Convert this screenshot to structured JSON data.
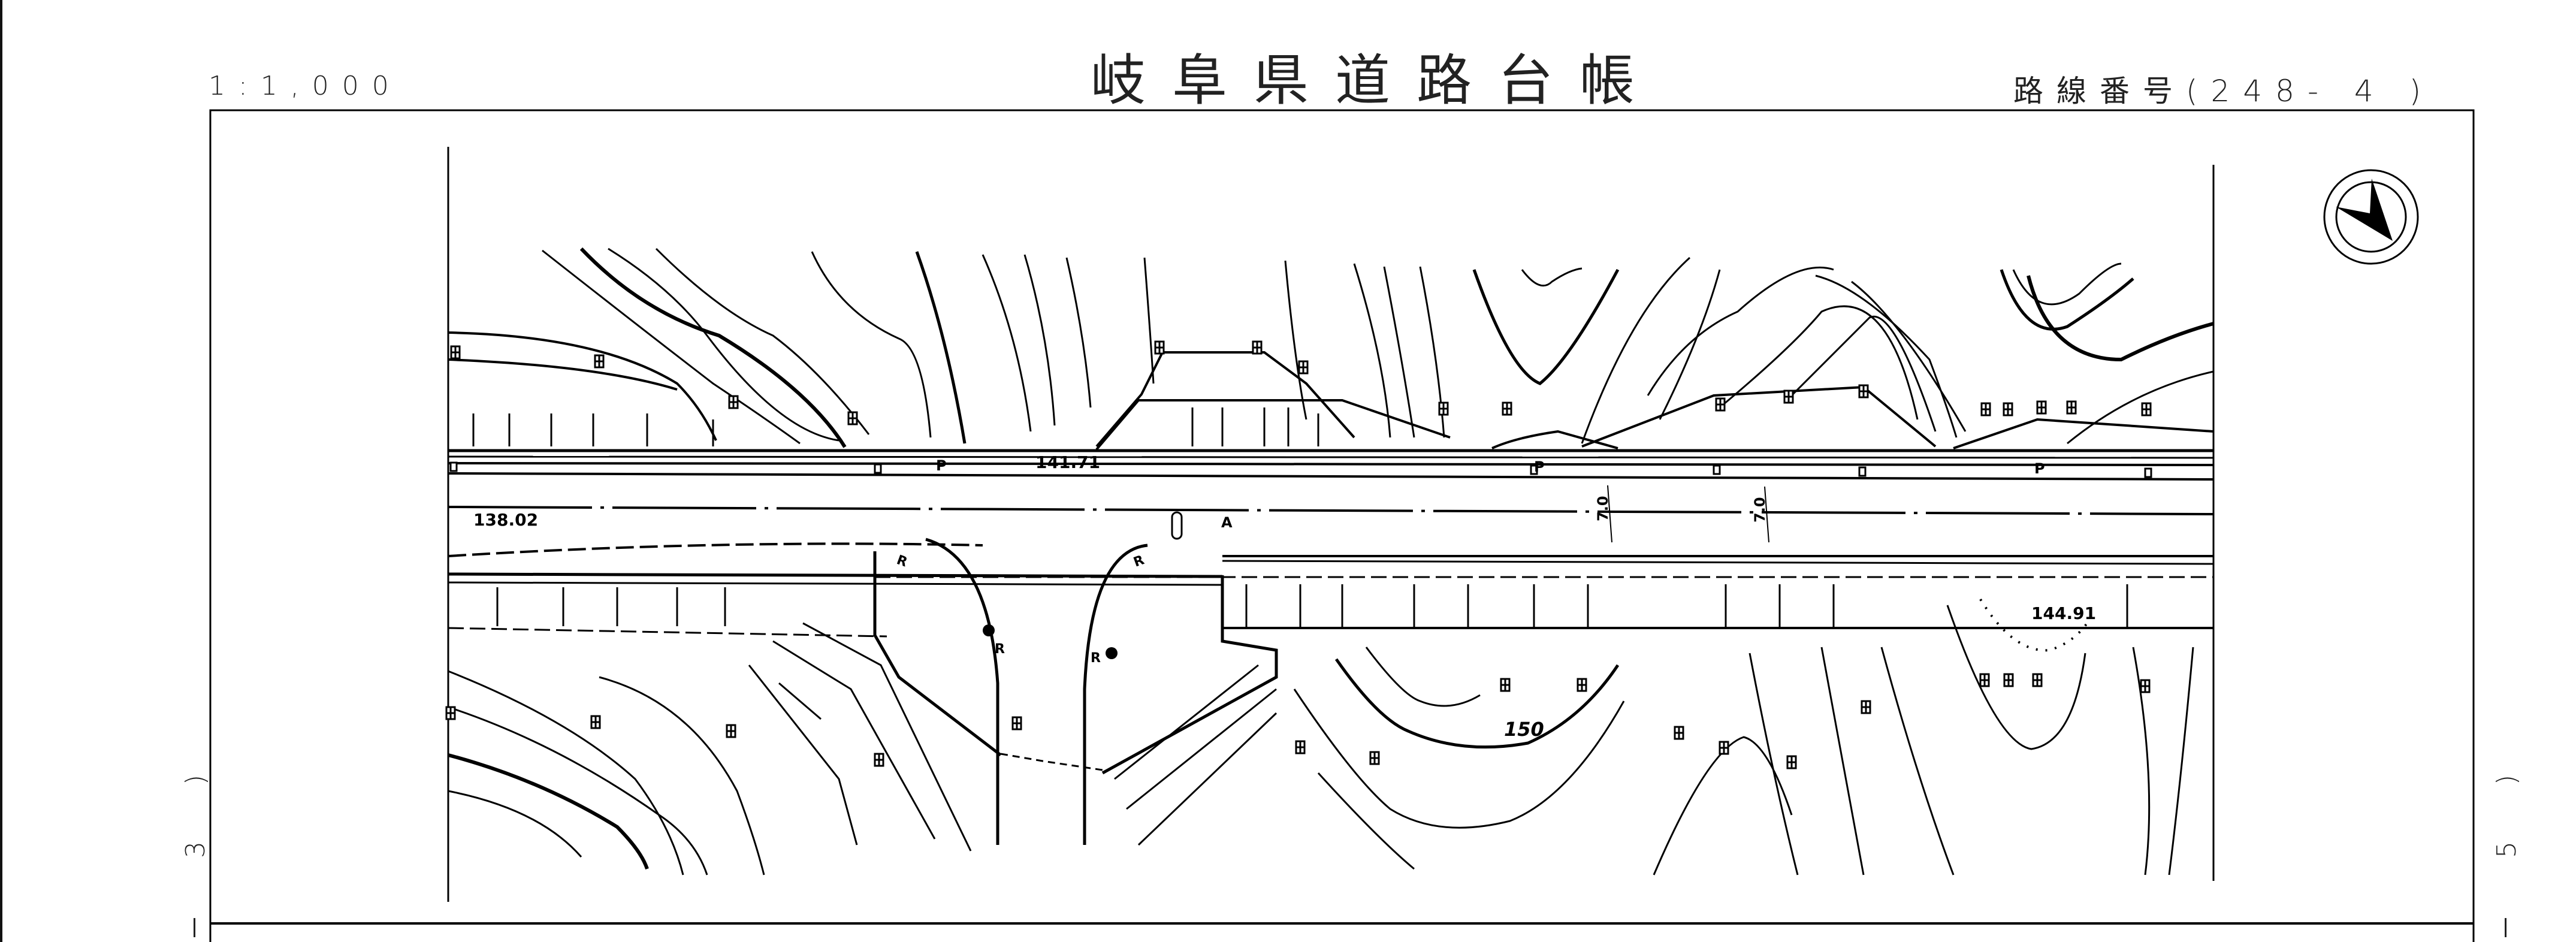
{
  "sheet": {
    "scale": "1:1,000",
    "title": "岐阜県道路台帳",
    "route_number": "路線番号(248- 4 )",
    "prev_sheet": "－ 3 )",
    "next_sheet": "－ 5 )"
  },
  "map": {
    "north_arrow": "north-arrow-icon",
    "elevation_labels": [
      "141.71",
      "138.02",
      "144.91"
    ],
    "contour_label": "150",
    "road_width_labels": [
      "7.0",
      "7.0"
    ],
    "point_labels": {
      "pole": "P",
      "reference": "A",
      "radius": "R"
    },
    "symbols": [
      "building-icon",
      "pole-icon",
      "slope-hatch",
      "culvert-icon",
      "manhole-icon"
    ]
  }
}
